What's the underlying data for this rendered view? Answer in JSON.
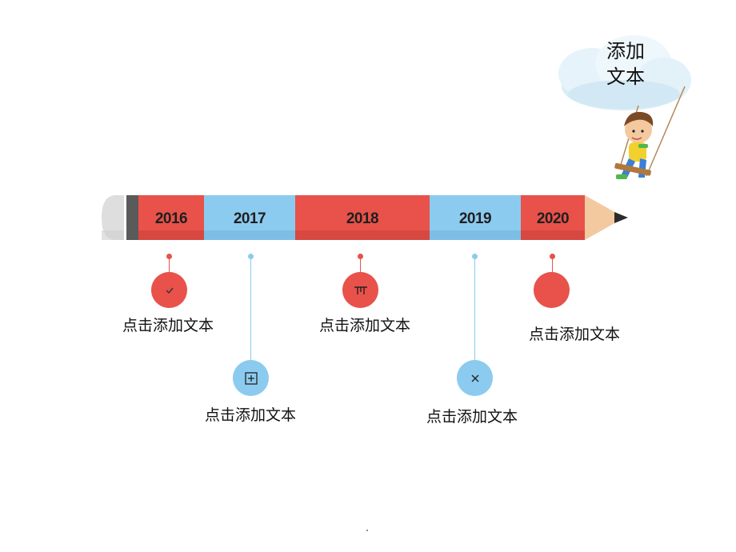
{
  "cloud": {
    "text_line1": "添加",
    "text_line2": "文本"
  },
  "timeline": {
    "years": [
      "2016",
      "2017",
      "2018",
      "2019",
      "2020"
    ],
    "colors": {
      "red": "#e8524a",
      "blue": "#8ccbf0",
      "dark_red": "#c94038",
      "dark_blue": "#6fb4de"
    },
    "events": [
      {
        "year": "2016",
        "caption": "点击添加文本",
        "icon": "check-icon",
        "color": "red"
      },
      {
        "year": "2017",
        "caption": "点击添加文本",
        "icon": "plus-square-icon",
        "color": "blue"
      },
      {
        "year": "2018",
        "caption": "点击添加文本",
        "icon": "text-edit-icon",
        "color": "red"
      },
      {
        "year": "2019",
        "caption": "点击添加文本",
        "icon": "close-icon",
        "color": "blue"
      },
      {
        "year": "2020",
        "caption": "点击添加文本",
        "icon": "",
        "color": "red"
      }
    ]
  }
}
